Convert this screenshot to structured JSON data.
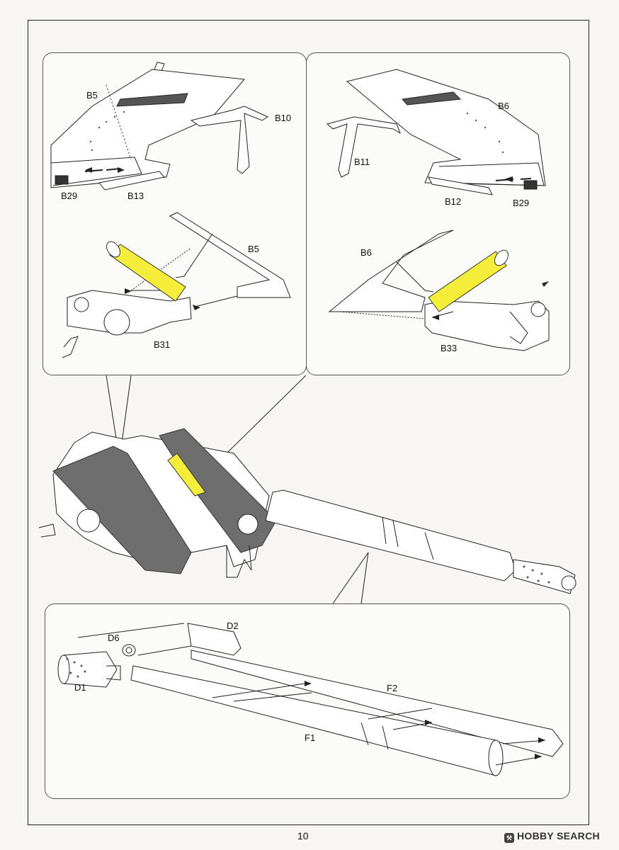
{
  "page": {
    "number": "10"
  },
  "watermark": {
    "text": "HOBBY SEARCH",
    "icon": "hobby-search-logo"
  },
  "top_left_panel": {
    "labels": {
      "b5_top": "B5",
      "b10": "B10",
      "b29": "B29",
      "b13": "B13",
      "b5_bottom": "B5",
      "b31": "B31"
    }
  },
  "top_right_panel": {
    "labels": {
      "b6_top": "B6",
      "b11": "B11",
      "b12": "B12",
      "b29": "B29",
      "b6_bottom": "B6",
      "b33": "B33"
    }
  },
  "bottom_panel": {
    "labels": {
      "d2": "D2",
      "d6": "D6",
      "d1": "D1",
      "f2": "F2",
      "f1": "F1"
    }
  },
  "colors": {
    "highlight_part": "#f4ee3a",
    "armor_plate": "#6e6e6e",
    "line": "#222222"
  }
}
